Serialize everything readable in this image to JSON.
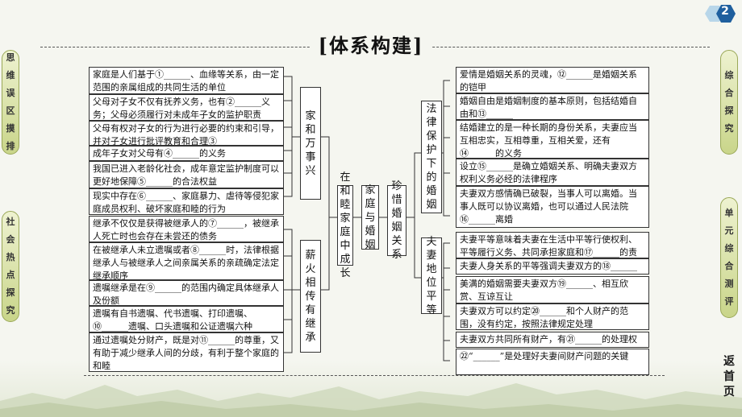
{
  "page_number": "2",
  "title": "[体系构建]",
  "home_label": "返首页",
  "side_left": [
    {
      "id": "ideas",
      "label": "思维误区摸排"
    },
    {
      "id": "social",
      "label": "社会热点探究"
    }
  ],
  "side_right": [
    {
      "id": "explore",
      "label": "综合探究"
    },
    {
      "id": "test",
      "label": "单元综合测评"
    }
  ],
  "center": {
    "main": "在和睦家庭中成长",
    "family_marriage": "家庭与婚姻",
    "cherish": "珍惜婚姻关系",
    "family_sub": "家和万事兴",
    "inherit_sub": "薪火相传有继承",
    "law_sub": "法律保护下的婚姻",
    "equal_sub": "夫妻地位平等"
  },
  "left_boxes": [
    "家庭是人们基于①______、血缘等关系，由一定范围的亲属组成的共同生活的单位",
    "父母对子女不仅有抚养义务，也有②______义务；父母必须履行对未成年子女的监护职责",
    "父母有权对子女的行为进行必要的约束和引导，并对子女进行批评教育和合理③______",
    "成年子女对父母有④______的义务",
    "我国已进入老龄化社会，成年意定监护制度可以更好地保障⑤______的合法权益",
    "现实中存在⑥______、家庭暴力、虐待等侵犯家庭成员权利、破坏家庭和睦的行为",
    "继承不仅仅是获得被继承人的⑦______，被继承人死亡时也会存在未尝还的债务",
    "在被继承人未立遗嘱或者⑧______时，法律根据继承人与被继承人之间亲属关系的亲疏确定法定继承顺序",
    "遗嘱继承是在⑨______的范围内确定具体继承人及份额",
    "遗嘱有自书遗嘱、代书遗嘱、打印遗嘱、⑩______遗嘱、口头遗嘱和公证遗嘱六种",
    "通过遗嘱处分财产，既是对⑪______的尊重，又有助于减少继承人间的分歧，有利于整个家庭的和睦"
  ],
  "right_boxes": [
    "爱情是婚姻关系的灵魂，⑫______是婚姻关系的铠甲",
    "婚姻自由是婚姻制度的基本原则，包括结婚自由和⑬______",
    "结婚建立的是一种长期的身份关系，夫妻应当互相忠实，互相尊重，互相关爱，还有⑭______的义务",
    "设立⑮______是确立婚姻关系、明确夫妻双方权利义务必经的法律程序",
    "夫妻双方感情确已破裂，当事人可以离婚。当事人既可以协议离婚，也可以通过人民法院⑯______离婚",
    "夫妻平等意味着夫妻在生活中平等行使权利、平等履行义务、共同承担家庭和⑰______的责任",
    "夫妻人身关系的平等强调夫妻双方的⑱______独立",
    "美满的婚姻需要夫妻双方⑲______、相互欣赏、互谅互让",
    "夫妻双方可以约定⑳______和个人财产的范围，没有约定，按照法律规定处理",
    "夫妻双方共同所有财产，有㉑______的处理权",
    "㉒“______”是处理好夫妻间财产问题的关键"
  ]
}
